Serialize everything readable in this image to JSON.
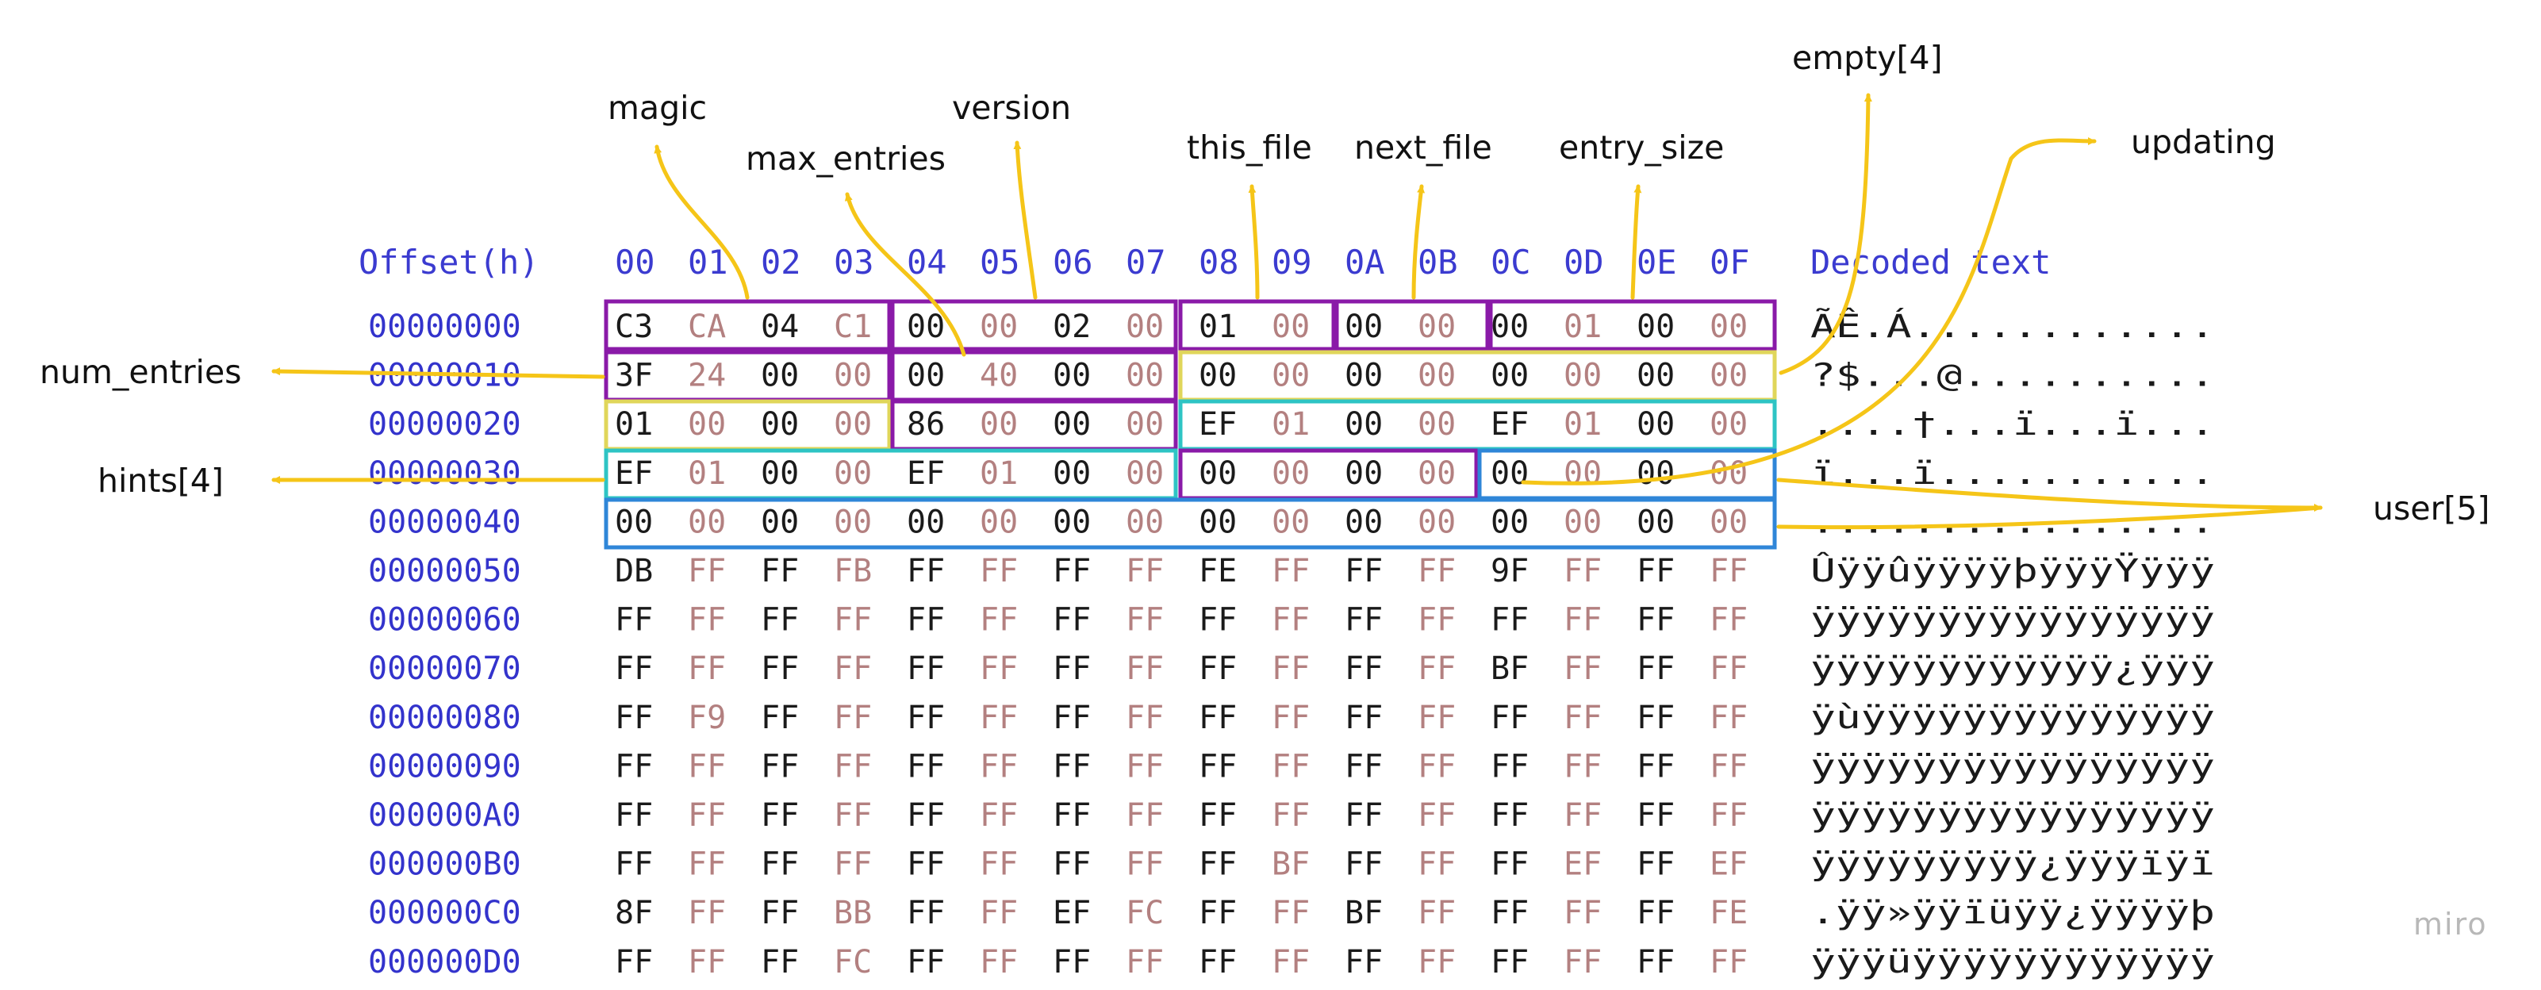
{
  "header": {
    "offset_label": "Offset(h)",
    "columns": [
      "00",
      "01",
      "02",
      "03",
      "04",
      "05",
      "06",
      "07",
      "08",
      "09",
      "0A",
      "0B",
      "0C",
      "0D",
      "0E",
      "0F"
    ],
    "decoded_label": "Decoded text"
  },
  "rows": [
    {
      "offset": "00000000",
      "bytes": [
        "C3",
        "CA",
        "04",
        "C1",
        "00",
        "00",
        "02",
        "00",
        "01",
        "00",
        "00",
        "00",
        "00",
        "01",
        "00",
        "00"
      ],
      "text": "ÃÊ.Á............"
    },
    {
      "offset": "00000010",
      "bytes": [
        "3F",
        "24",
        "00",
        "00",
        "00",
        "40",
        "00",
        "00",
        "00",
        "00",
        "00",
        "00",
        "00",
        "00",
        "00",
        "00"
      ],
      "text": "?$...@.........."
    },
    {
      "offset": "00000020",
      "bytes": [
        "01",
        "00",
        "00",
        "00",
        "86",
        "00",
        "00",
        "00",
        "EF",
        "01",
        "00",
        "00",
        "EF",
        "01",
        "00",
        "00"
      ],
      "text": "....†...ï...ï..."
    },
    {
      "offset": "00000030",
      "bytes": [
        "EF",
        "01",
        "00",
        "00",
        "EF",
        "01",
        "00",
        "00",
        "00",
        "00",
        "00",
        "00",
        "00",
        "00",
        "00",
        "00"
      ],
      "text": "ï...ï..........."
    },
    {
      "offset": "00000040",
      "bytes": [
        "00",
        "00",
        "00",
        "00",
        "00",
        "00",
        "00",
        "00",
        "00",
        "00",
        "00",
        "00",
        "00",
        "00",
        "00",
        "00"
      ],
      "text": "................"
    },
    {
      "offset": "00000050",
      "bytes": [
        "DB",
        "FF",
        "FF",
        "FB",
        "FF",
        "FF",
        "FF",
        "FF",
        "FE",
        "FF",
        "FF",
        "FF",
        "9F",
        "FF",
        "FF",
        "FF"
      ],
      "text": "ÛÿÿûÿÿÿÿþÿÿÿŸÿÿÿ"
    },
    {
      "offset": "00000060",
      "bytes": [
        "FF",
        "FF",
        "FF",
        "FF",
        "FF",
        "FF",
        "FF",
        "FF",
        "FF",
        "FF",
        "FF",
        "FF",
        "FF",
        "FF",
        "FF",
        "FF"
      ],
      "text": "ÿÿÿÿÿÿÿÿÿÿÿÿÿÿÿÿ"
    },
    {
      "offset": "00000070",
      "bytes": [
        "FF",
        "FF",
        "FF",
        "FF",
        "FF",
        "FF",
        "FF",
        "FF",
        "FF",
        "FF",
        "FF",
        "FF",
        "BF",
        "FF",
        "FF",
        "FF"
      ],
      "text": "ÿÿÿÿÿÿÿÿÿÿÿÿ¿ÿÿÿ"
    },
    {
      "offset": "00000080",
      "bytes": [
        "FF",
        "F9",
        "FF",
        "FF",
        "FF",
        "FF",
        "FF",
        "FF",
        "FF",
        "FF",
        "FF",
        "FF",
        "FF",
        "FF",
        "FF",
        "FF"
      ],
      "text": "ÿùÿÿÿÿÿÿÿÿÿÿÿÿÿÿ"
    },
    {
      "offset": "00000090",
      "bytes": [
        "FF",
        "FF",
        "FF",
        "FF",
        "FF",
        "FF",
        "FF",
        "FF",
        "FF",
        "FF",
        "FF",
        "FF",
        "FF",
        "FF",
        "FF",
        "FF"
      ],
      "text": "ÿÿÿÿÿÿÿÿÿÿÿÿÿÿÿÿ"
    },
    {
      "offset": "000000A0",
      "bytes": [
        "FF",
        "FF",
        "FF",
        "FF",
        "FF",
        "FF",
        "FF",
        "FF",
        "FF",
        "FF",
        "FF",
        "FF",
        "FF",
        "FF",
        "FF",
        "FF"
      ],
      "text": "ÿÿÿÿÿÿÿÿÿÿÿÿÿÿÿÿ"
    },
    {
      "offset": "000000B0",
      "bytes": [
        "FF",
        "FF",
        "FF",
        "FF",
        "FF",
        "FF",
        "FF",
        "FF",
        "FF",
        "BF",
        "FF",
        "FF",
        "FF",
        "EF",
        "FF",
        "EF"
      ],
      "text": "ÿÿÿÿÿÿÿÿÿ¿ÿÿÿïÿï"
    },
    {
      "offset": "000000C0",
      "bytes": [
        "8F",
        "FF",
        "FF",
        "BB",
        "FF",
        "FF",
        "EF",
        "FC",
        "FF",
        "FF",
        "BF",
        "FF",
        "FF",
        "FF",
        "FF",
        "FE"
      ],
      "text": ".ÿÿ»ÿÿïüÿÿ¿ÿÿÿÿþ"
    },
    {
      "offset": "000000D0",
      "bytes": [
        "FF",
        "FF",
        "FF",
        "FC",
        "FF",
        "FF",
        "FF",
        "FF",
        "FF",
        "FF",
        "FF",
        "FF",
        "FF",
        "FF",
        "FF",
        "FF"
      ],
      "text": "ÿÿÿüÿÿÿÿÿÿÿÿÿÿÿÿ"
    }
  ],
  "annotations": {
    "magic": "magic",
    "max_entries": "max_entries",
    "version": "version",
    "this_file": "this_file",
    "next_file": "next_file",
    "entry_size": "entry_size",
    "empty": "empty[4]",
    "updating": "updating",
    "num_entries": "num_entries",
    "hints": "hints[4]",
    "user": "user[5]"
  },
  "watermark": "miro",
  "colors": {
    "header_blue": "#3b3bd0",
    "offset_blue": "#3333cc",
    "byte_dark": "#1a1a1a",
    "byte_muted": "#b38080",
    "arrow_yellow": "#f5c518",
    "box_purple": "#8a1aa8",
    "box_yellow": "#e0d65a",
    "box_cyan": "#2ec4c4",
    "box_blue": "#2f86d8",
    "watermark": "#b8b8b8"
  }
}
